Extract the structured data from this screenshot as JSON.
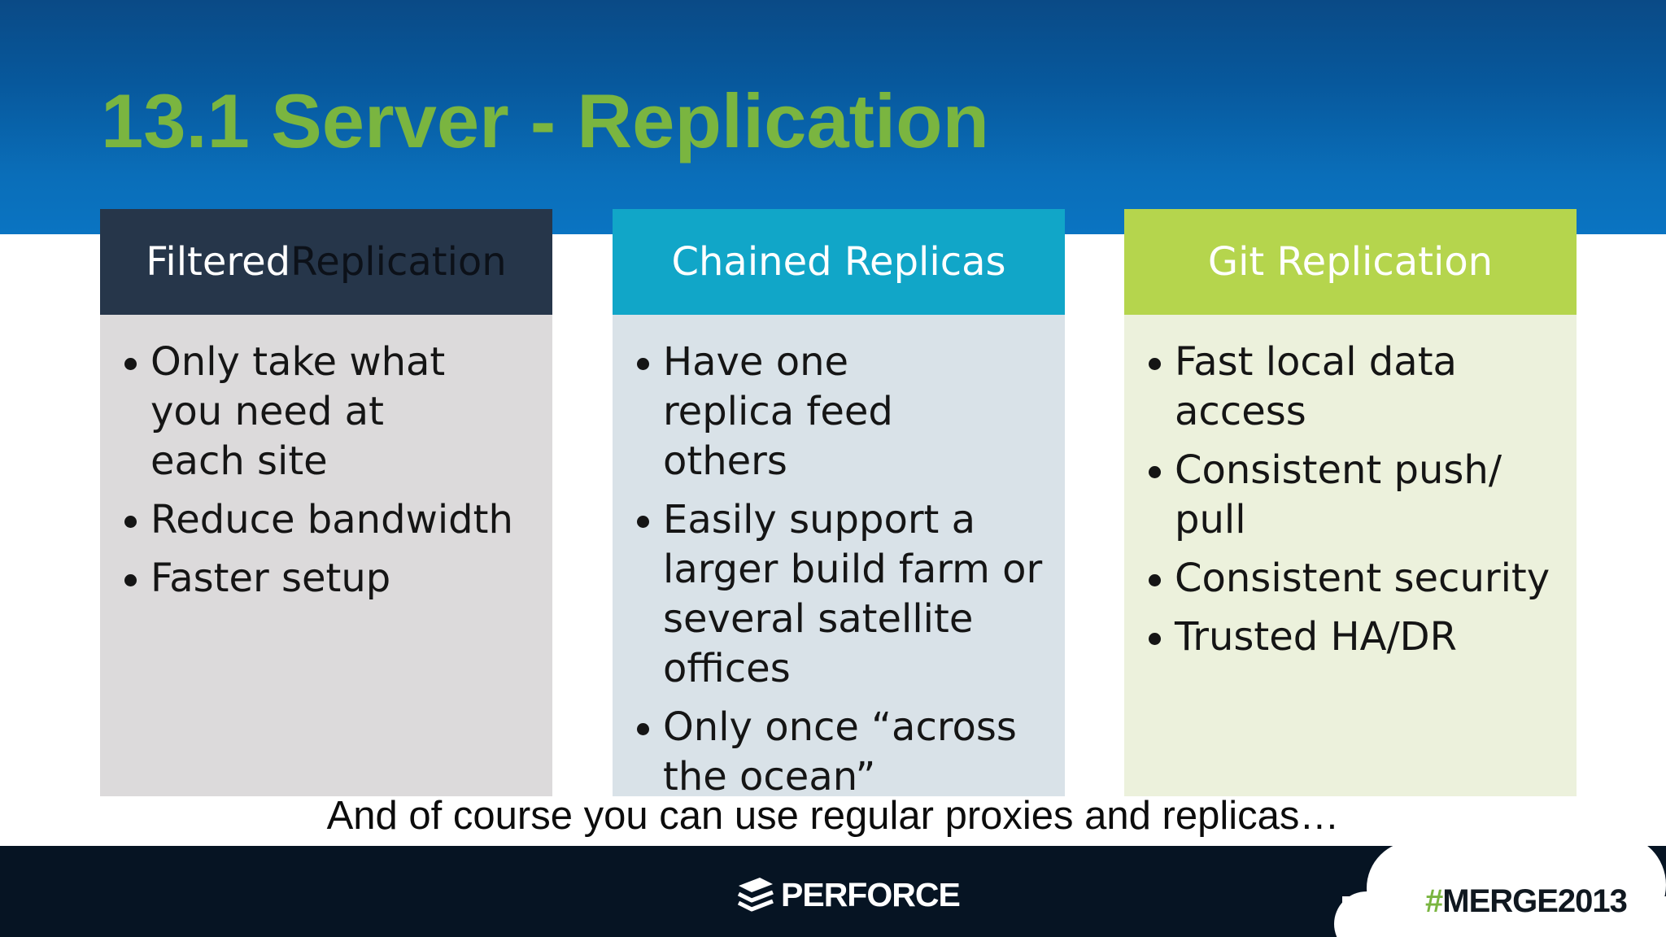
{
  "slide": {
    "title": "13.1 Server - Replication",
    "caption": "And of course you can use regular proxies and replicas…"
  },
  "columns": [
    {
      "header_part1": "Filtered ",
      "header_part2": "Replication",
      "bullets": [
        "Only take what you need at each site",
        "Reduce bandwidth",
        "Faster setup"
      ]
    },
    {
      "header": "Chained Replicas",
      "bullets": [
        "Have one replica feed others",
        "Easily support a larger build farm or several satellite offices",
        "Only once “across the ocean”"
      ]
    },
    {
      "header": "Git Replication",
      "bullets": [
        "Fast local data access",
        "Consistent push/ pull",
        "Consistent security",
        "Trusted HA/DR"
      ]
    }
  ],
  "footer": {
    "logo_text": "PERFORCE",
    "hashtag_symbol": "#",
    "hashtag_text": "MERGE2013"
  },
  "colors": {
    "title_green": "#7ab540",
    "banner_blue": "#0a6eb9",
    "col1_header": "#26364a",
    "col2_header": "#11a6c8",
    "col3_header": "#b5d54d",
    "footer_bg": "#061423"
  }
}
